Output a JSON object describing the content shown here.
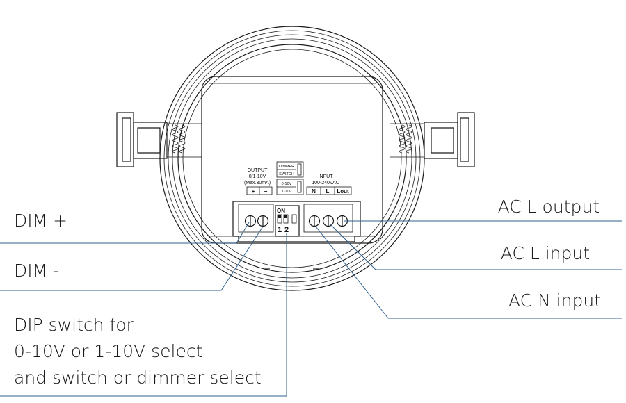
{
  "callouts": {
    "dim_plus": "DIM +",
    "dim_minus": "DIM -",
    "dip_line1": "DIP switch for",
    "dip_line2": "0-10V or 1-10V select",
    "dip_line3": "and switch or dimmer select",
    "ac_l_output": "AC L output",
    "ac_l_input": "AC L input",
    "ac_n_input": "AC N input"
  },
  "output_panel": {
    "line1": "OUTPUT",
    "line2": "0/1-10V",
    "line3": "(Max.30mA)",
    "plus": "+",
    "minus": "−"
  },
  "mode_panel": {
    "dimmer": "DIMMER",
    "switch": "SWITCH",
    "v010": "0-10V",
    "v110": "1-10V"
  },
  "input_panel": {
    "line1": "INPUT",
    "line2": "100-240VAC",
    "n": "N",
    "l": "L",
    "lout": "Lout"
  },
  "dip_switch": {
    "on": "ON",
    "pos1": "1",
    "pos2": "2"
  },
  "colors": {
    "leader_line": "#2f5f8f",
    "ink": "#1a1a1a"
  }
}
